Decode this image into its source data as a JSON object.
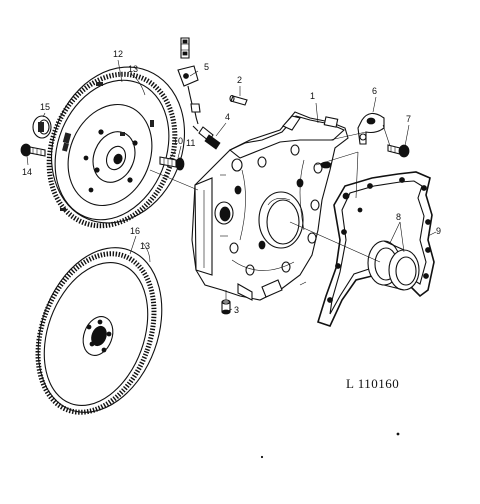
{
  "reference_code": "L 110160",
  "callouts": {
    "c1": "1",
    "c2": "2",
    "c3": "3",
    "c4": "4",
    "c5": "5",
    "c6": "6",
    "c7": "7",
    "c8": "8",
    "c9": "9",
    "c10": "10",
    "c11": "11",
    "c12": "12",
    "c13a": "13",
    "c13b": "13",
    "c14": "14",
    "c15": "15",
    "c16": "16"
  }
}
